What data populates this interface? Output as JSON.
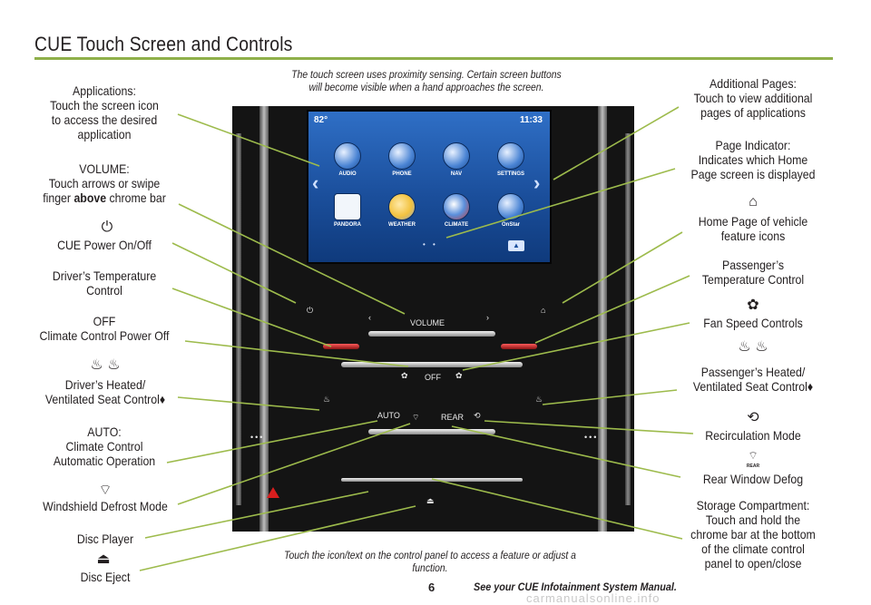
{
  "page": {
    "title": "CUE Touch Screen and Controls",
    "top_note": "The touch screen uses proximity sensing. Certain screen buttons will become visible when a hand approaches the screen.",
    "bottom_note": "Touch the icon/text on the control panel to access a feature or adjust a function.",
    "page_number": "6",
    "manual_ref": "See your CUE Infotainment System Manual.",
    "watermark": "carmanualsonline.info"
  },
  "left_labels": {
    "applications": "Applications:\nTouch the screen icon\nto access the desired\napplication",
    "volume_title": "VOLUME:",
    "volume_line2": "Touch arrows or swipe",
    "volume_line3_pre": "finger ",
    "volume_line3_bold": "above",
    "volume_line3_post": " chrome bar",
    "power": "CUE Power On/Off",
    "driver_temp": "Driver’s Temperature\nControl",
    "off": "OFF\nClimate Control Power Off",
    "driver_seat": "Driver’s Heated/\nVentilated Seat Control♦",
    "auto": "AUTO:\nClimate Control\nAutomatic Operation",
    "defrost": "Windshield Defrost Mode",
    "disc_player": "Disc Player",
    "disc_eject": "Disc Eject"
  },
  "right_labels": {
    "additional_pages": "Additional Pages:\nTouch to view additional\npages of applications",
    "page_indicator": "Page Indicator:\nIndicates which Home\nPage screen is displayed",
    "home_page": "Home Page of vehicle\nfeature icons",
    "passenger_temp": "Passenger’s\nTemperature Control",
    "fan_speed": "Fan Speed Controls",
    "passenger_seat": "Passenger’s Heated/\nVentilated Seat Control♦",
    "recirculation": "Recirculation Mode",
    "rear_defog": "Rear Window Defog",
    "storage": "Storage Compartment:\nTouch and hold the\nchrome bar at the bottom\nof the climate control\npanel to open/close"
  },
  "icons": {
    "power": "power-icon",
    "driver_seat": "heated-ventilated-seat-icon",
    "defrost": "windshield-defrost-icon",
    "disc_eject": "eject-icon",
    "home": "home-icon",
    "fan": "fan-icon",
    "passenger_seat": "heated-ventilated-seat-icon",
    "recirculation": "recirculation-car-icon",
    "rear_defog": "rear-defog-icon",
    "rear_defog_text": "REAR"
  },
  "screen": {
    "temperature": "82°",
    "time": "11:33",
    "apps_row1": [
      "AUDIO",
      "PHONE",
      "NAV",
      "SETTINGS"
    ],
    "apps_row2": [
      "PANDORA",
      "WEATHER",
      "CLIMATE",
      "OnStar"
    ],
    "volume_label": "VOLUME",
    "auto_button": "AUTO",
    "rear_button": "REAR",
    "off_button": "OFF"
  },
  "colors": {
    "accent": "#8fb04a",
    "text": "#231f20"
  }
}
